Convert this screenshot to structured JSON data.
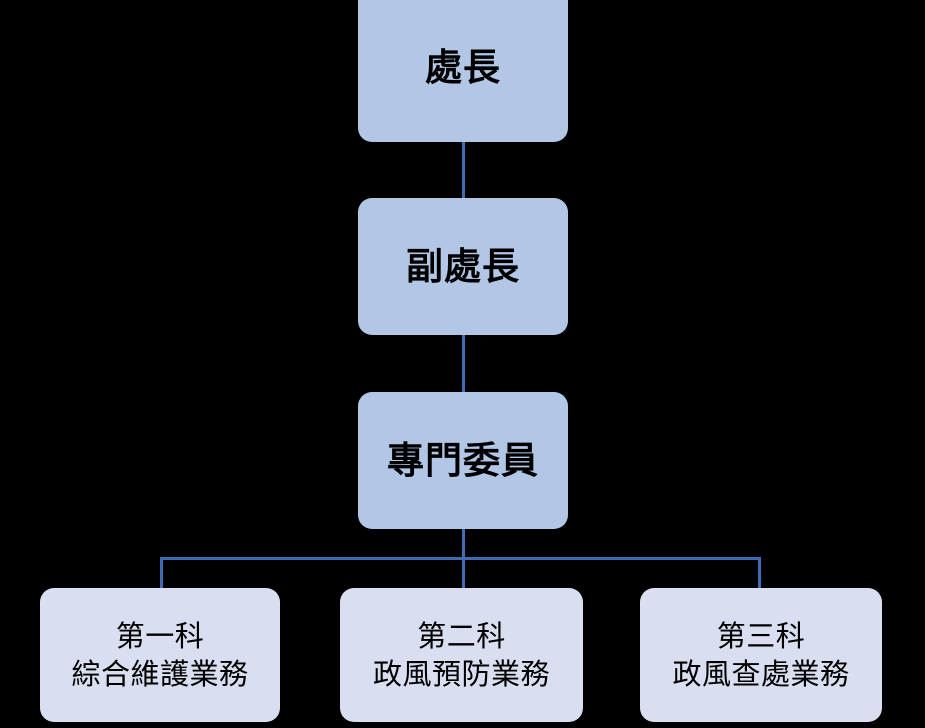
{
  "chart": {
    "type": "org-chart",
    "title": "",
    "background_color": "#000000",
    "node_fill_executive": "#b2c6e6",
    "node_fill_section": "#d9dff0",
    "connector_color": "#3f6cb5",
    "text_color": "#000000"
  },
  "nodes": {
    "director": {
      "label": "處長",
      "level": 1
    },
    "deputy": {
      "label": "副處長",
      "level": 2
    },
    "specialist": {
      "label": "專門委員",
      "level": 3
    },
    "section_1": {
      "line_1": "第一科",
      "line_2": "綜合維護業務",
      "level": 4
    },
    "section_2": {
      "line_1": "第二科",
      "line_2": "政風預防業務",
      "level": 4
    },
    "section_3": {
      "line_1": "第三科",
      "line_2": "政風查處業務",
      "level": 4
    }
  }
}
